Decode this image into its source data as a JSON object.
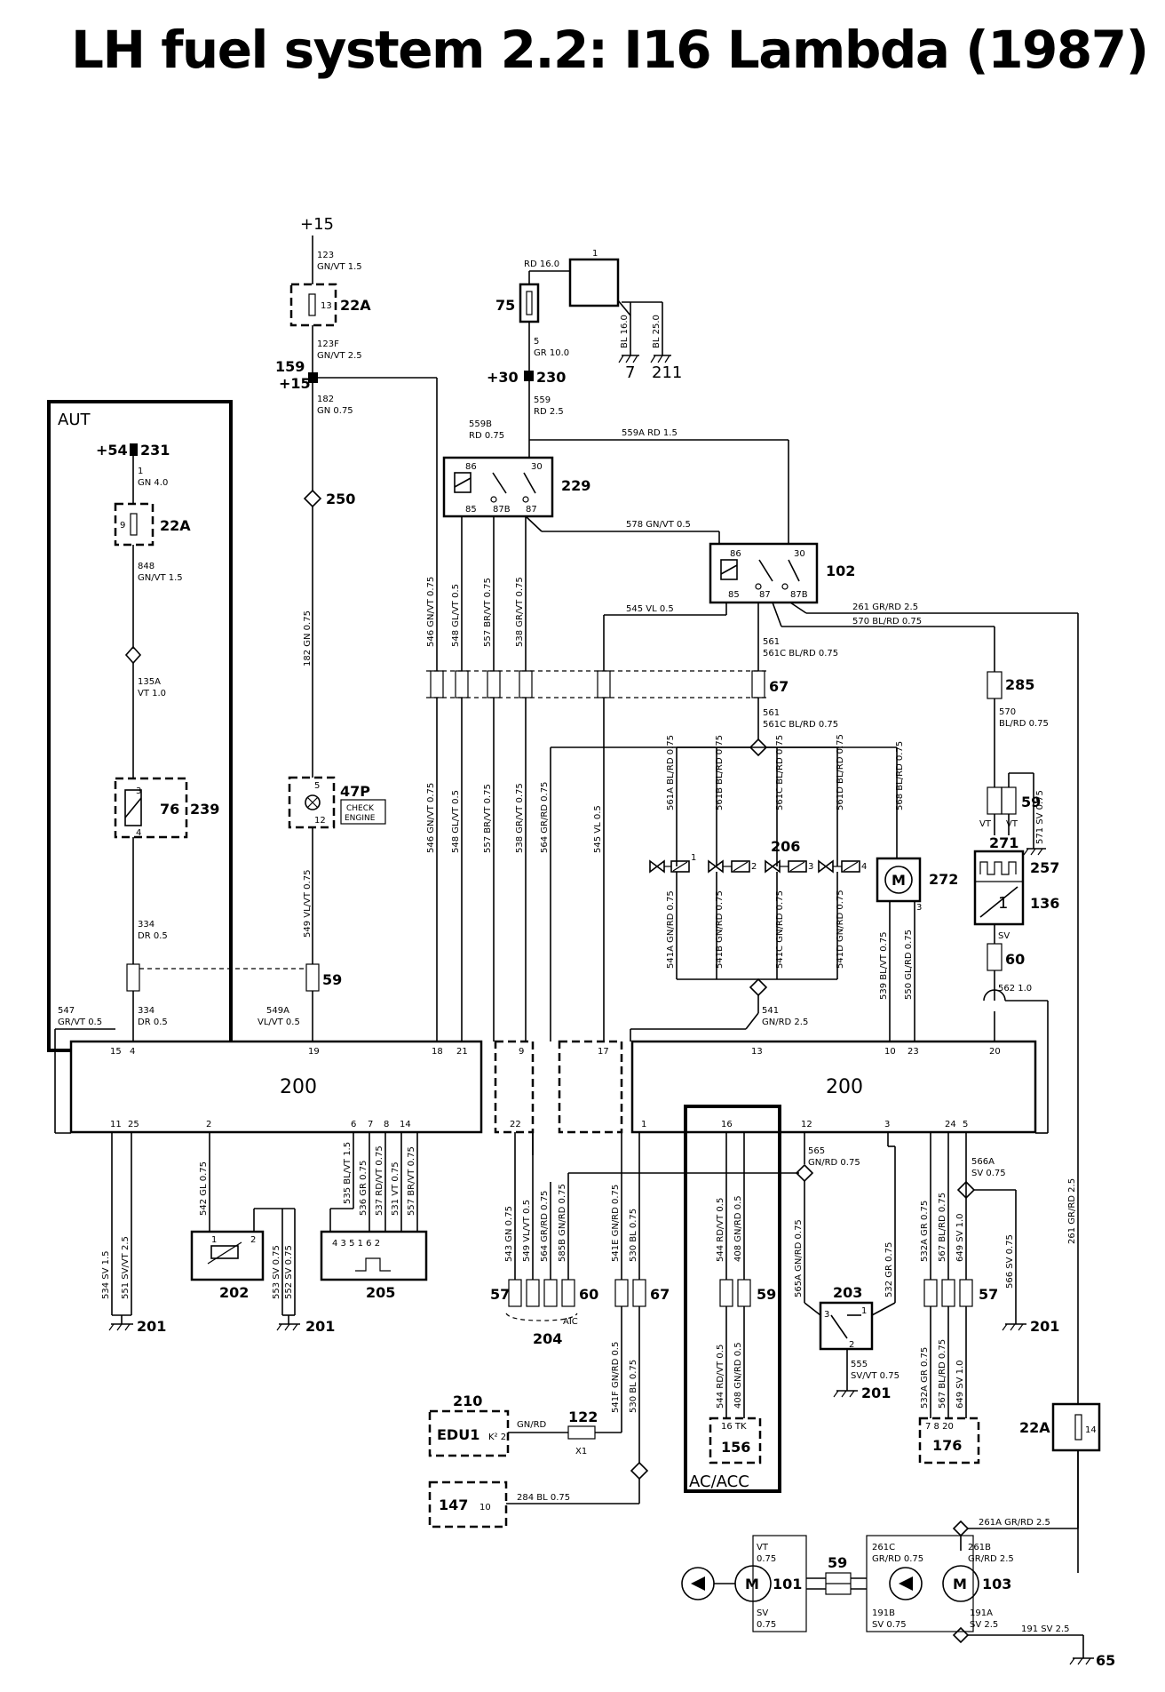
{
  "title": "LH fuel system 2.2: I16 Lambda (1987)",
  "zones": {
    "aut": "AUT",
    "ac_acc": "AC/ACC"
  },
  "supply": {
    "plus15": "+15",
    "plus30": "+30",
    "plus54": "+54"
  },
  "components": {
    "c1": "1",
    "c7": "7",
    "c211": "211",
    "c22a": "22A",
    "c159": "159",
    "c75": "75",
    "c230": "230",
    "c231": "231",
    "c229": "229",
    "c102": "102",
    "c250": "250",
    "c47p": "47P",
    "check1": "CHECK",
    "check2": "ENGINE",
    "c76": "76",
    "c239": "239",
    "c67": "67",
    "c285": "285",
    "c59": "59",
    "c206": "206",
    "c272": "272",
    "c271": "271",
    "c257": "257",
    "c136": "136",
    "c60": "60",
    "c200": "200",
    "c202": "202",
    "c205": "205",
    "c201": "201",
    "c57": "57",
    "c204": "204",
    "aic": "AIC",
    "c203": "203",
    "c210": "210",
    "edu1": "EDU1",
    "c122": "122",
    "x1": "X1",
    "c156": "156",
    "c176": "176",
    "c147": "147",
    "c101": "101",
    "c103": "103",
    "c65": "65",
    "m": "M"
  },
  "wires": {
    "w123": "123",
    "w123c": "GN/VT 1.5",
    "w123f": "123F",
    "w123fc": "GN/VT 2.5",
    "w182": "182",
    "w182c": "GN 0.75",
    "w182v": "182 GN 0.75",
    "wrd16": "RD 16.0",
    "w5": "5",
    "w5c": "GR 10.0",
    "wbl16": "BL 16.0",
    "wbl25": "BL 25.0",
    "w559": "559",
    "w559c": "RD 2.5",
    "w559b": "559B",
    "w559bc": "RD 0.75",
    "w559a": "559A RD 1.5",
    "w1": "1",
    "w1c": "GN 4.0",
    "w848": "848",
    "w848c": "GN/VT 1.5",
    "w135a": "135A",
    "w135ac": "VT 1.0",
    "w334": "334",
    "w334c": "DR 0.5",
    "w578": "578 GN/VT 0.5",
    "w545a": "545 VL 0.5",
    "w261": "261 GR/RD 2.5",
    "w570a": "570 BL/RD 0.75",
    "w561": "561",
    "w561c": "561C BL/RD 0.75",
    "w570": "570",
    "w570c": "BL/RD 0.75",
    "w571": "571 SV 0.75",
    "w546": "546 GN/VT 0.75",
    "w548": "548 GL/VT 0.5",
    "w557": "557 BR/VT 0.75",
    "w538": "538 GR/VT 0.75",
    "w564": "564 GR/RD 0.75",
    "w545": "545 VL 0.5",
    "w561a": "561A BL/RD 0.75",
    "w561b": "561B BL/RD 0.75",
    "w561d": "561D BL/RD 0.75",
    "w541a": "541A GN/RD 0.75",
    "w541b": "541B GN/RD 0.75",
    "w541c": "541C GN/RD 0.75",
    "w541d": "541D GN/RD 0.75",
    "w568": "568 BL/RD 0.75",
    "w539": "539 BL/VT 0.75",
    "w550": "550 GL/RD 0.75",
    "w549": "549 VL/VT 0.75",
    "w549a": "549A",
    "w549ac": "VL/VT 0.5",
    "w547": "547",
    "w547c": "GR/VT 0.5",
    "w541": "541",
    "w541c2": "GN/RD 2.5",
    "w562": "562 1.0",
    "wsv": "SV",
    "w534": "534 SV 1.5",
    "w551": "551 SV/VT 2.5",
    "w542": "542 GL 0.75",
    "w553": "553 SV 0.75",
    "w552": "552 SV 0.75",
    "w535": "535 BL/VT 1.5",
    "w536": "536 GR 0.75",
    "w537": "537 RD/VT 0.75",
    "w531": "531 VT 0.75",
    "w557b": "557 BR/VT 0.75",
    "w543": "543 GN 0.75",
    "w549b": "549 VL/VT 0.5",
    "w564b": "564 GR/RD 0.75",
    "w585b": "585B GN/RD 0.75",
    "w541e": "541E GN/RD 0.75",
    "w530": "530 BL 0.75",
    "w544": "544 RD/VT 0.5",
    "w408": "408 GN/RD 0.5",
    "w565": "565",
    "w565c": "GN/RD 0.75",
    "w565a": "565A GN/RD 0.75",
    "w532": "532 GR 0.75",
    "w555": "555",
    "w555c": "SV/VT 0.75",
    "w532a": "532A GR 0.75",
    "w567": "567 BL/RD 0.75",
    "w649": "649 SV 1.0",
    "w566a": "566A",
    "w566ac": "SV 0.75",
    "w566": "566 SV 0.75",
    "w261b": "261 GR/RD 2.5",
    "w541f": "541F GN/RD 0.5",
    "w530b": "530 BL 0.75",
    "w544b": "544 RD/VT 0.5",
    "w408b": "408 GN/RD 0.5",
    "w532ab": "532A GR 0.75",
    "w567b": "567 BL/RD 0.75",
    "w649b": "649 SV 1.0",
    "wgnrd": "GN/RD",
    "w284": "284 BL 0.75",
    "w261a": "261A GR/RD 2.5",
    "w261c": "261C",
    "w261cc": "GR/RD 0.75",
    "w261bb": "261B",
    "w261bbc": "GR/RD 2.5",
    "wvt": "VT",
    "w075": "0.75",
    "w191b": "191B",
    "w191bc": "SV 0.75",
    "w191a": "191A",
    "w191ac": "SV 2.5",
    "w191": "191 SV 2.5",
    "wsv75": "0.75"
  },
  "pins": {
    "p13": "13",
    "p9": "9",
    "p86": "86",
    "p30": "30",
    "p85": "85",
    "p87b": "87B",
    "p87": "87",
    "p3": "3",
    "p4": "4",
    "p5": "5",
    "p12": "12",
    "p1": "1",
    "p2": "2",
    "p15": "15",
    "p19": "19",
    "p18": "18",
    "p21": "21",
    "p17": "17",
    "p20": "20",
    "p10": "10",
    "p23": "23",
    "p11": "11",
    "p25": "25",
    "p6": "6",
    "p7": "7",
    "p8": "8",
    "p14": "14",
    "p22": "22",
    "p16": "16",
    "p24": "24",
    "p205": "4 3 5 1 6 2",
    "p16tk": "16 TK",
    "p7820": "7  8  20",
    "p10b": "10",
    "pk2": "K² 2"
  }
}
